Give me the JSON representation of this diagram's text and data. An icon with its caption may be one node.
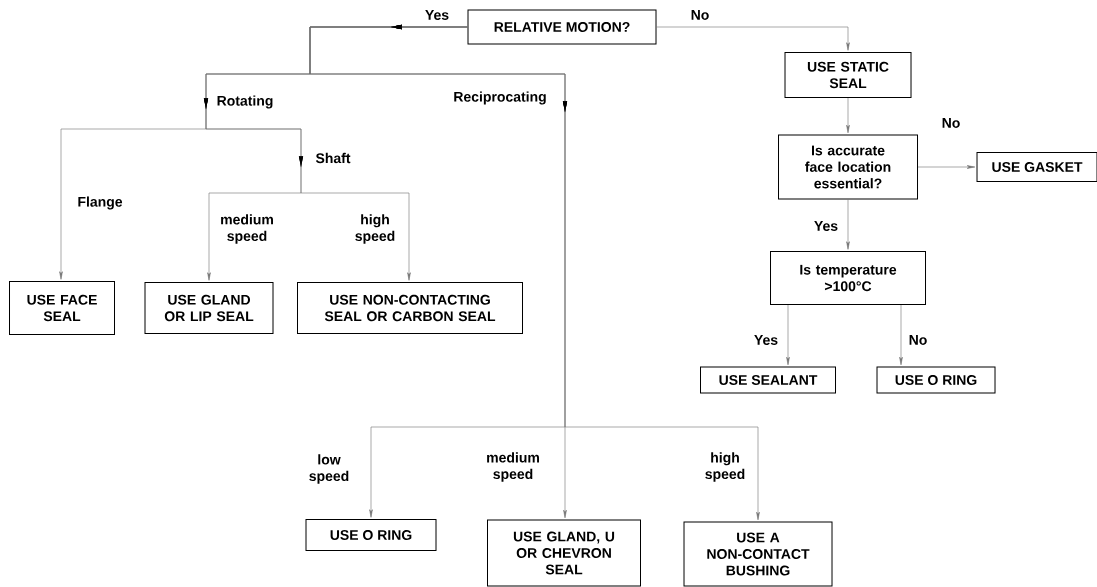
{
  "diagram": {
    "nodes": [
      {
        "text": [
          "RELATIVE MOTION?"
        ]
      },
      {
        "text": [
          "USE STATIC SEAL"
        ]
      },
      {
        "text": [
          "Is accurate face location essential?"
        ]
      },
      {
        "text": [
          "USE GASKET"
        ]
      },
      {
        "text": [
          "Is temperature >100°C"
        ]
      },
      {
        "text": [
          "USE SEALANT"
        ]
      },
      {
        "text": [
          "USE O RING"
        ]
      },
      {
        "text": [
          "USE FACE SEAL"
        ]
      },
      {
        "text": [
          "USE GLAND OR LIP SEAL"
        ]
      },
      {
        "text": [
          "USE NON-CONTACTING SEAL OR CARBON SEAL"
        ]
      },
      {
        "text": [
          "USE O RING"
        ]
      },
      {
        "text": [
          "USE GLAND, U OR CHEVRON SEAL"
        ]
      },
      {
        "text": [
          "USE A NON-CONTACT BUSHING"
        ]
      }
    ],
    "edges": [
      {
        "from": 0,
        "to": 1,
        "arrow": "to",
        "label": "No"
      },
      {
        "from": 1,
        "to": 2,
        "arrow": "to"
      },
      {
        "from": 2,
        "to": 3,
        "arrow": "to",
        "label": "No"
      },
      {
        "from": 2,
        "to": 4,
        "arrow": "to",
        "label": "Yes"
      },
      {
        "from": 4,
        "to": 5,
        "arrow": "to",
        "label": "Yes"
      },
      {
        "from": 4,
        "to": 6,
        "arrow": "to",
        "label": "No"
      },
      {
        "from": 0,
        "to": 7,
        "arrow": "to",
        "label": "Flange"
      },
      {
        "from": 0,
        "to": 8,
        "arrow": "to",
        "label": "medium speed"
      },
      {
        "from": 0,
        "to": 9,
        "arrow": "to",
        "label": "high speed"
      },
      {
        "from": 0,
        "to": 10,
        "arrow": "to",
        "label": "low speed"
      },
      {
        "from": 0,
        "to": 11,
        "arrow": "to",
        "label": "medium speed"
      },
      {
        "from": 0,
        "to": 12,
        "arrow": "to",
        "label": "high speed"
      }
    ],
    "labels": [
      "Yes",
      "Rotating",
      "Reciprocating",
      "Shaft"
    ]
  }
}
